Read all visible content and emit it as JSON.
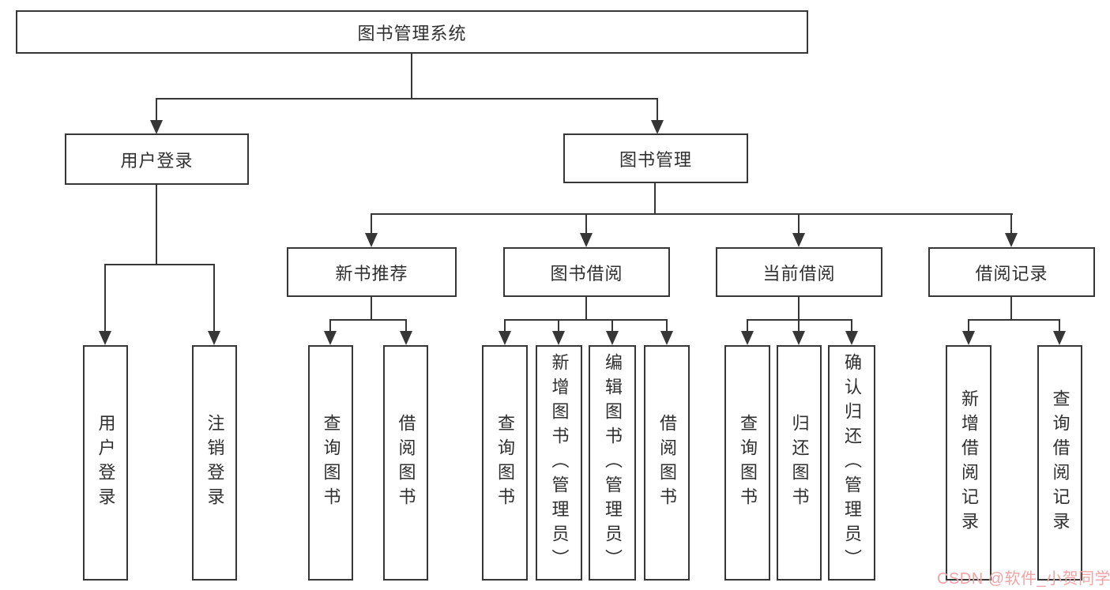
{
  "title": "图书管理系统",
  "tree": {
    "root": "图书管理系统",
    "level2": {
      "user_login": "用户登录",
      "book_mgmt": "图书管理"
    },
    "level3": {
      "new_book_rec": "新书推荐",
      "book_borrow": "图书借阅",
      "current_borrow": "当前借阅",
      "borrow_records": "借阅记录"
    },
    "level4": {
      "ul_user_login": "用户登录",
      "ul_logout": "注销登录",
      "nb_query_book": "查询图书",
      "nb_borrow_book": "借阅图书",
      "bb_query_book": "查询图书",
      "bb_add_book": "新增图书（管理员）",
      "bb_edit_book": "编辑图书（管理员）",
      "bb_borrow_book": "借阅图书",
      "cb_query_book": "查询图书",
      "cb_return_book": "归还图书",
      "cb_confirm_return": "确认归还（管理员）",
      "br_add_record": "新增借阅记录",
      "br_query_record": "查询借阅记录"
    }
  },
  "watermark": {
    "text": "CSDN @软件_小贺同学"
  },
  "colors": {
    "line": "#363636",
    "text": "#2f2f2f",
    "watermark": "#f2a4a4",
    "background": "#ffffff"
  }
}
